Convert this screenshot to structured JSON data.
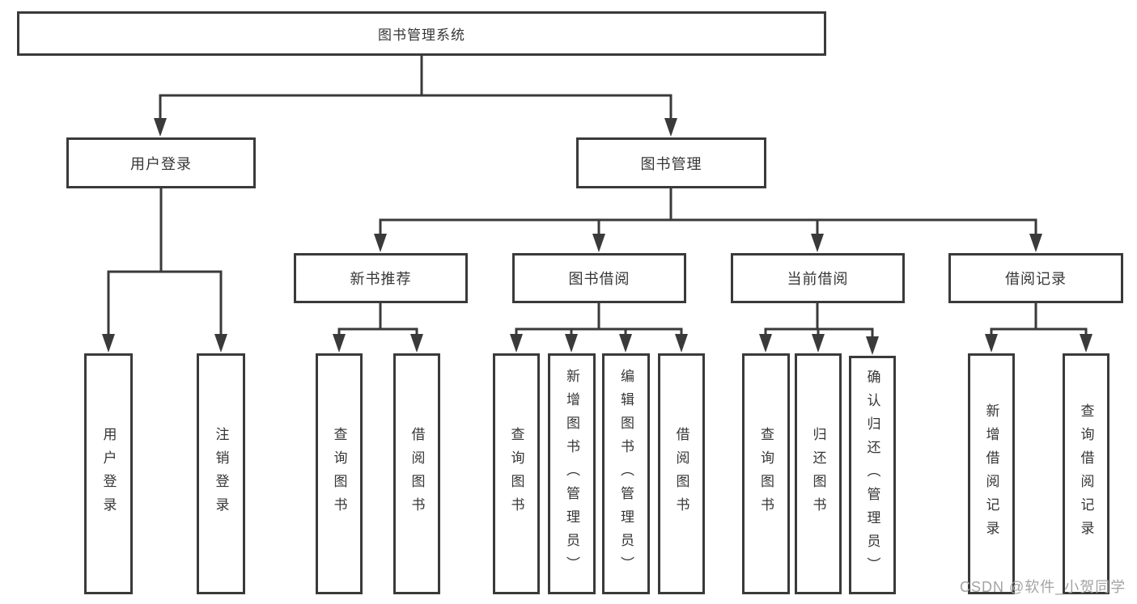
{
  "colors": {
    "line": "#3a3a3a",
    "box_border": "#3a3a3a",
    "text": "#363636",
    "background": "#ffffff",
    "watermark": "#a3a3a5"
  },
  "tree": {
    "root": "图书管理系统",
    "children": [
      {
        "label": "用户登录",
        "children": [
          "用户登录",
          "注销登录"
        ]
      },
      {
        "label": "图书管理",
        "children": [
          {
            "label": "新书推荐",
            "children": [
              "查询图书",
              "借阅图书"
            ]
          },
          {
            "label": "图书借阅",
            "children": [
              "查询图书",
              "新增图书（管理员）",
              "编辑图书（管理员）",
              "借阅图书"
            ]
          },
          {
            "label": "当前借阅",
            "children": [
              "查询图书",
              "归还图书",
              "确认归还（管理员）"
            ]
          },
          {
            "label": "借阅记录",
            "children": [
              "新增借阅记录",
              "查询借阅记录"
            ]
          }
        ]
      }
    ]
  },
  "watermark": "CSDN @软件_小贺同学"
}
